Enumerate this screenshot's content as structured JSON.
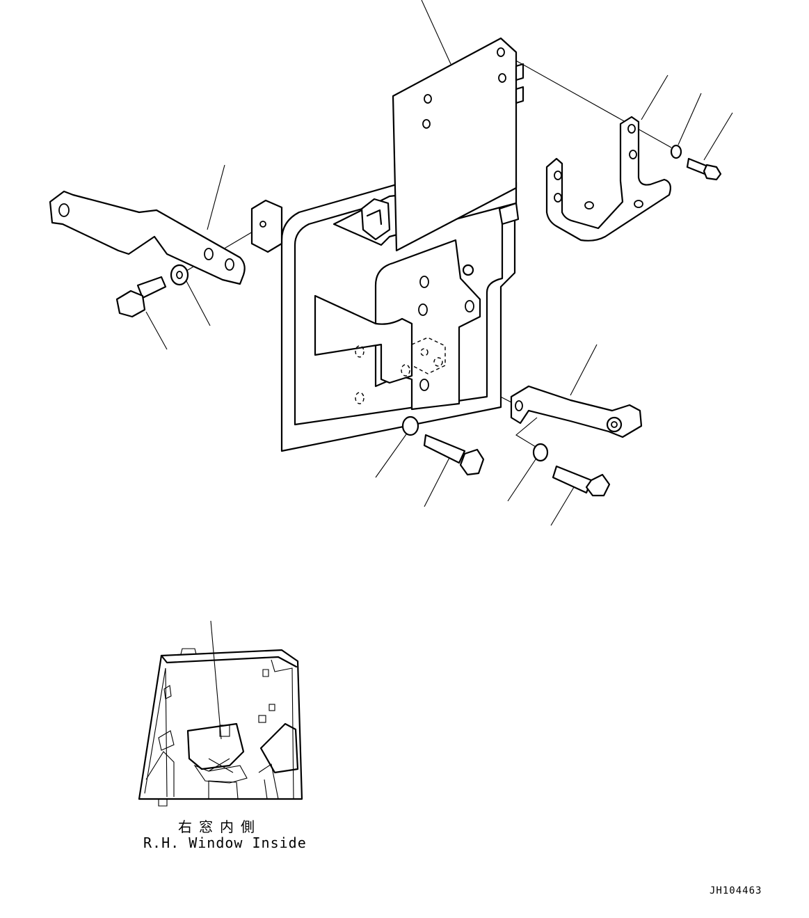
{
  "caption": {
    "japanese": "右窓内側",
    "english": "R.H. Window Inside"
  },
  "drawing_code": "JH104463",
  "colors": {
    "line": "#000000",
    "background": "#ffffff"
  }
}
